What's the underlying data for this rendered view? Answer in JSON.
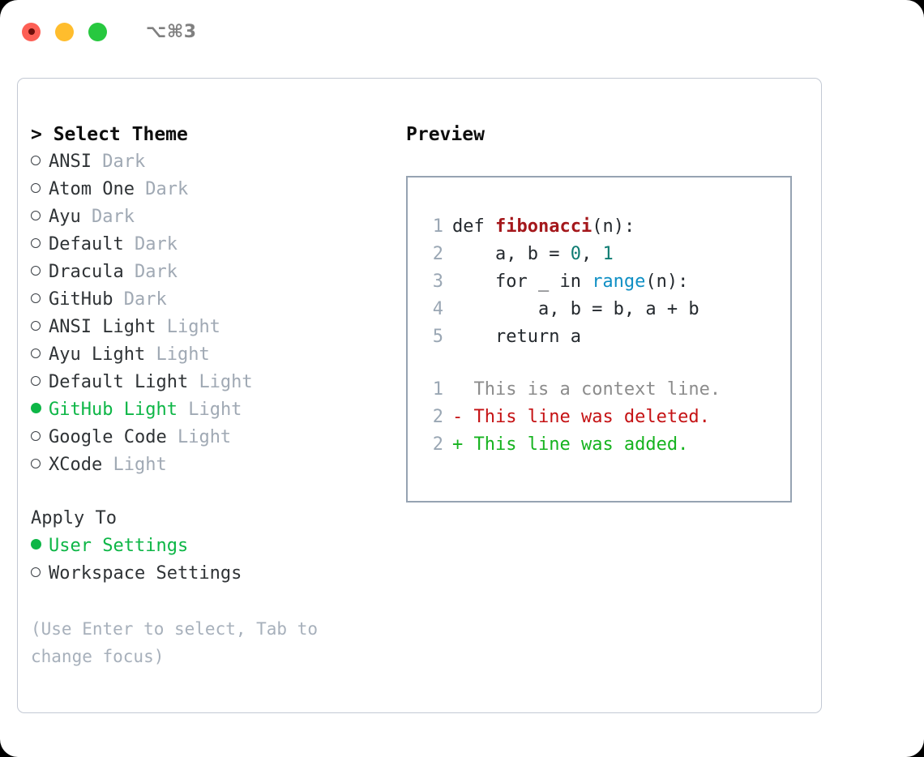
{
  "titlebar": {
    "shortcut": "⌥⌘3",
    "lights": [
      {
        "name": "close",
        "color": "#fd5f55"
      },
      {
        "name": "minimize",
        "color": "#ffbd2d"
      },
      {
        "name": "maximize",
        "color": "#27c83f"
      }
    ]
  },
  "theme_picker": {
    "header": "> Select Theme",
    "items": [
      {
        "name": "ANSI",
        "variant": "Dark",
        "selected": false
      },
      {
        "name": "Atom One",
        "variant": "Dark",
        "selected": false
      },
      {
        "name": "Ayu",
        "variant": "Dark",
        "selected": false
      },
      {
        "name": "Default",
        "variant": "Dark",
        "selected": false
      },
      {
        "name": "Dracula",
        "variant": "Dark",
        "selected": false
      },
      {
        "name": "GitHub",
        "variant": "Dark",
        "selected": false
      },
      {
        "name": "ANSI Light",
        "variant": "Light",
        "selected": false
      },
      {
        "name": "Ayu Light",
        "variant": "Light",
        "selected": false
      },
      {
        "name": "Default Light",
        "variant": "Light",
        "selected": false
      },
      {
        "name": "GitHub Light",
        "variant": "Light",
        "selected": true
      },
      {
        "name": "Google Code",
        "variant": "Light",
        "selected": false
      },
      {
        "name": "XCode",
        "variant": "Light",
        "selected": false
      }
    ]
  },
  "apply_to": {
    "heading": "Apply To",
    "items": [
      {
        "name": "User Settings",
        "selected": true
      },
      {
        "name": "Workspace Settings",
        "selected": false
      }
    ]
  },
  "hint": "(Use Enter to select, Tab to change focus)",
  "preview": {
    "title": "Preview",
    "code_lines": [
      {
        "num": "1",
        "tokens": [
          {
            "text": "def ",
            "cls": "tok-plain"
          },
          {
            "text": "fibonacci",
            "cls": "tok-fn"
          },
          {
            "text": "(n):",
            "cls": "tok-plain"
          }
        ]
      },
      {
        "num": "2",
        "tokens": [
          {
            "text": "    a, b = ",
            "cls": "tok-plain"
          },
          {
            "text": "0",
            "cls": "tok-num"
          },
          {
            "text": ", ",
            "cls": "tok-plain"
          },
          {
            "text": "1",
            "cls": "tok-num"
          }
        ]
      },
      {
        "num": "3",
        "tokens": [
          {
            "text": "    for _ in ",
            "cls": "tok-plain"
          },
          {
            "text": "range",
            "cls": "tok-call"
          },
          {
            "text": "(n):",
            "cls": "tok-plain"
          }
        ]
      },
      {
        "num": "4",
        "tokens": [
          {
            "text": "        a, b = b, a + b",
            "cls": "tok-plain"
          }
        ]
      },
      {
        "num": "5",
        "tokens": [
          {
            "text": "    return a",
            "cls": "tok-plain"
          }
        ]
      }
    ],
    "diff_lines": [
      {
        "num": "1",
        "sign": "  ",
        "text": "This is a context line.",
        "cls": "diff-ctx"
      },
      {
        "num": "2",
        "sign": "- ",
        "text": "This line was deleted.",
        "cls": "diff-del"
      },
      {
        "num": "2",
        "sign": "+ ",
        "text": "This line was added.",
        "cls": "diff-add"
      }
    ]
  },
  "colors": {
    "accent_green": "#0db646",
    "muted": "#a0a9b4",
    "border": "#96a3b2",
    "panel_border": "#c3c9d4",
    "diff_add": "#16b31f",
    "diff_del": "#c51214",
    "keyword_fn": "#a4171b",
    "number": "#0e7c72",
    "call": "#0f8fc4"
  }
}
